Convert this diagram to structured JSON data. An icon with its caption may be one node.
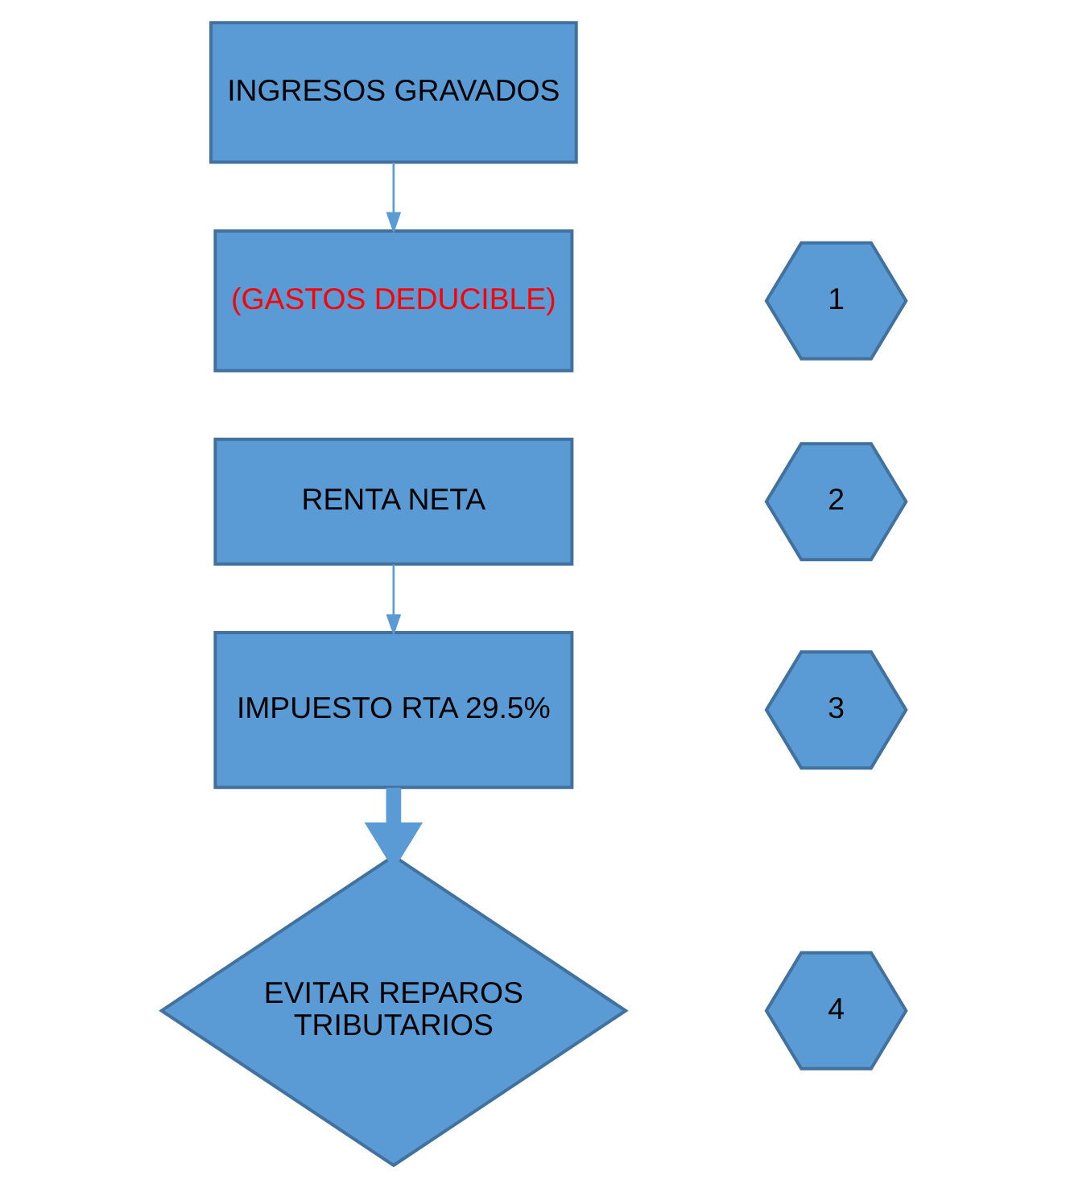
{
  "diagram": {
    "nodes": [
      {
        "text": [
          "INGRESOS GRAVADOS"
        ]
      },
      {
        "text": [
          "(GASTOS DEDUCIBLE)"
        ]
      },
      {
        "text": [
          "1"
        ]
      },
      {
        "text": [
          "RENTA NETA"
        ]
      },
      {
        "text": [
          "2"
        ]
      },
      {
        "text": [
          "IMPUESTO RTA 29.5%"
        ]
      },
      {
        "text": [
          "3"
        ]
      },
      {
        "text": [
          "EVITAR REPAROS TRIBUTARIOS"
        ]
      },
      {
        "text": [
          "4"
        ]
      }
    ],
    "edges": [
      {
        "from": 0,
        "to": 1,
        "arrow": "to"
      },
      {
        "from": 3,
        "to": 5,
        "arrow": "to"
      },
      {
        "from": 5,
        "to": 7,
        "arrow": "to",
        "style": "thick"
      }
    ]
  }
}
